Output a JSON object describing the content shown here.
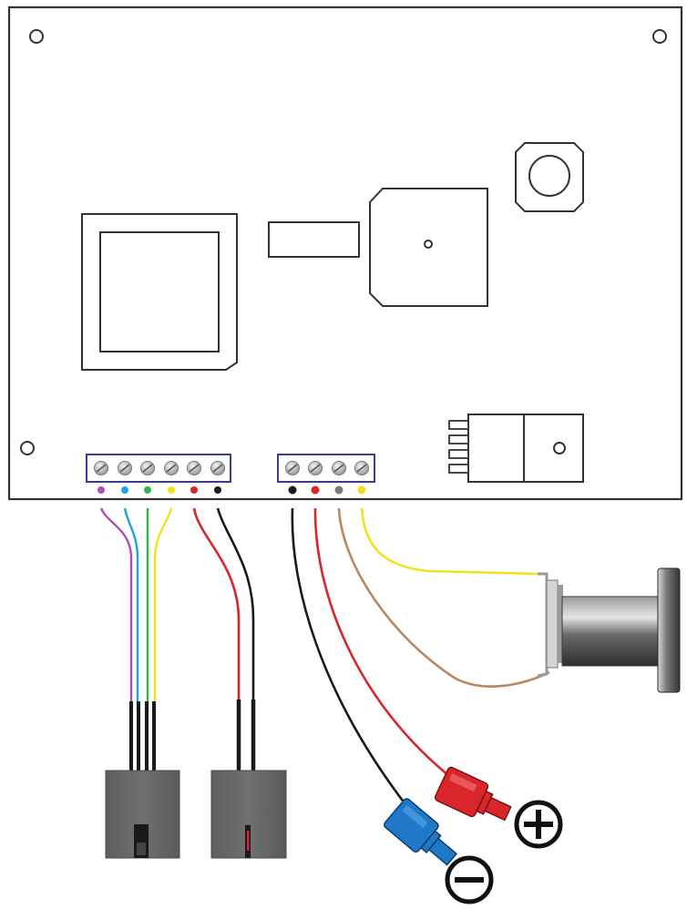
{
  "board": {
    "outline_color": "#333333",
    "fill_color": "#ffffff"
  },
  "terminal_blocks": [
    {
      "name": "terminal-block-left",
      "screw_count": 6,
      "wire_colors": [
        "#b04fb0",
        "#1fa3e0",
        "#2fb34a",
        "#f2e21c",
        "#d9262b",
        "#1a1a1a"
      ]
    },
    {
      "name": "terminal-block-right",
      "screw_count": 4,
      "wire_colors": [
        "#1a1a1a",
        "#d9262b",
        "#7a7a7a",
        "#f2e21c"
      ]
    }
  ],
  "wire_colors": {
    "purple": "#b04fb0",
    "blue": "#1fa3e0",
    "green": "#2fb34a",
    "yellow": "#f2e21c",
    "red": "#d9262b",
    "black": "#1a1a1a",
    "brown": "#b9885f",
    "gray": "#7a7a7a"
  },
  "connectors": {
    "four_pin_plug": {
      "body_color": "#6b6b6b",
      "icon": "four-pin-connector-icon"
    },
    "two_pin_plug": {
      "body_color": "#6b6b6b",
      "icon": "two-pin-connector-icon"
    },
    "negative_spade": {
      "color": "#1f78c8",
      "icon": "spade-terminal-icon"
    },
    "positive_spade": {
      "color": "#d9262b",
      "icon": "spade-terminal-icon"
    }
  },
  "polarity_symbols": {
    "plus_icon": "plus-circle-icon",
    "minus_icon": "minus-circle-icon"
  },
  "device": {
    "icon": "electric-strike-icon",
    "body_color": "#555555"
  }
}
